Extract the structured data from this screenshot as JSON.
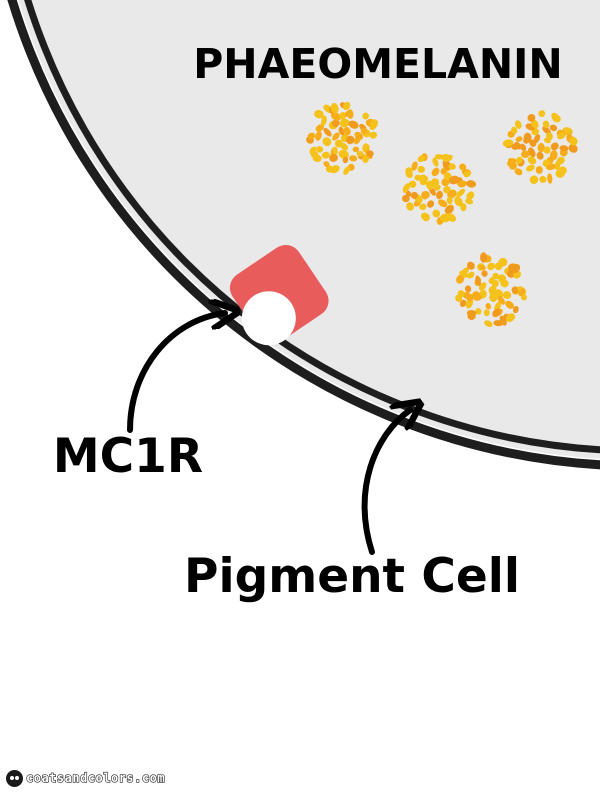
{
  "title": "PHAEOMELANIN",
  "labels": {
    "receptor": "MC1R",
    "cell": "Pigment Cell"
  },
  "watermark": {
    "text": "coatsandcolors.com",
    "icon": "dog-face-icon"
  },
  "colors": {
    "cell_fill": "#e9e9ea",
    "membrane": "#1e1e1e",
    "receptor": "#e85c5c",
    "granule_gold": "#f5c21b",
    "granule_orange": "#f09a1e",
    "granule_amber": "#f7ad1a"
  }
}
